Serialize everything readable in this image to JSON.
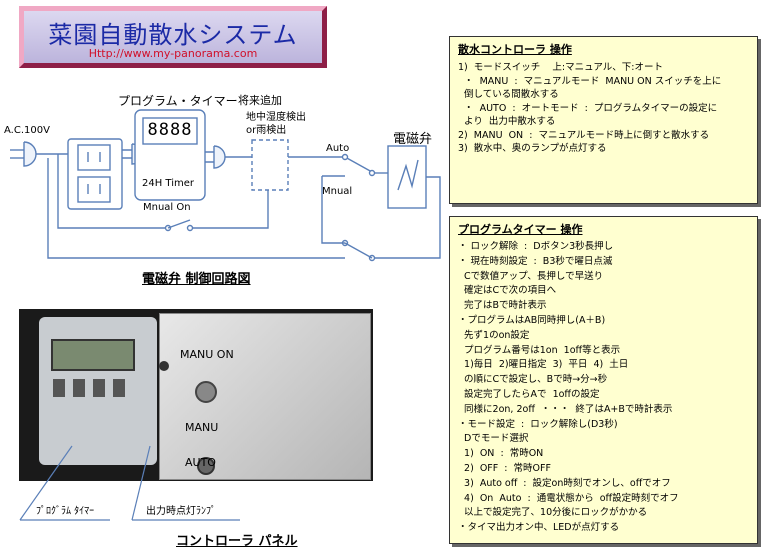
{
  "banner": {
    "title": "菜園自動散水システム",
    "url": "Http://www.my-panorama.com"
  },
  "diagram": {
    "label_ac": "A.C.100V",
    "label_program_timer": "プログラム・タイマー",
    "label_future_add": "将来追加",
    "label_sensor_1": "地中湿度検出",
    "label_sensor_2": "or雨検出",
    "timer_display": "8888",
    "timer_label": "24H Timer",
    "label_manual_on": "Mnual  On",
    "label_auto": "Auto",
    "label_mnual": "Mnual",
    "label_valve": "電磁弁",
    "caption": "電磁弁 制御回路図"
  },
  "photo": {
    "label_manu_on": "MANU ON",
    "label_manu": "MANU",
    "label_auto": "AUTO",
    "label_timer": "ﾌﾟﾛｸﾞﾗﾑ ﾀｲﾏｰ",
    "label_lamp": "出力時点灯ﾗﾝﾌﾟ",
    "caption": "コントローラ パネル"
  },
  "panel1": {
    "title": "散水コントローラ 操作",
    "lines": [
      "1)  モードスイッチ    上:マニュアル、下:オート",
      "  ・  MANU  :  マニュアルモード  MANU ON スイッチを上に",
      "  倒している間散水する",
      "  ・  AUTO  :  オートモード  :  プログラムタイマーの設定に",
      "  より  出力中散水する",
      "2)  MANU  ON  :  マニュアルモード時上に倒すと散水する",
      "3)  散水中、奥のランプが点灯する"
    ]
  },
  "panel2": {
    "title": "プログラムタイマー 操作",
    "lines": [
      "・ ロック解除  :  Dボタン3秒長押し",
      "・ 現在時刻設定  :  B3秒で曜日点滅",
      "  Cで数値アップ、長押しで早送り",
      "  確定はCで次の項目へ",
      "  完了はBで時計表示",
      "・プログラムはAB同時押し(A＋B)",
      "  先ず1のon設定",
      "  プログラム番号は1on  1off等と表示",
      "  1)毎日  2)曜日指定  3)  平日  4)  土日",
      "  の順にCで設定し、Bで時→分→秒",
      "  設定完了したらAで  1offの設定",
      "  同様に2on, 2off  ・・・  終了はA+Bで時計表示",
      "・モード設定  :  ロック解除し(D3秒)",
      "  Dでモード選択",
      "  1)  ON  :  常時ON",
      "  2)  OFF  :  常時OFF",
      "  3)  Auto off  :  設定on時刻でオンし、offでオフ",
      "  4)  On  Auto  :  通電状態から  off設定時刻でオフ",
      "  以上で設定完了、10分後にロックがかかる",
      "・タイマ出力オン中、LEDが点灯する"
    ]
  }
}
